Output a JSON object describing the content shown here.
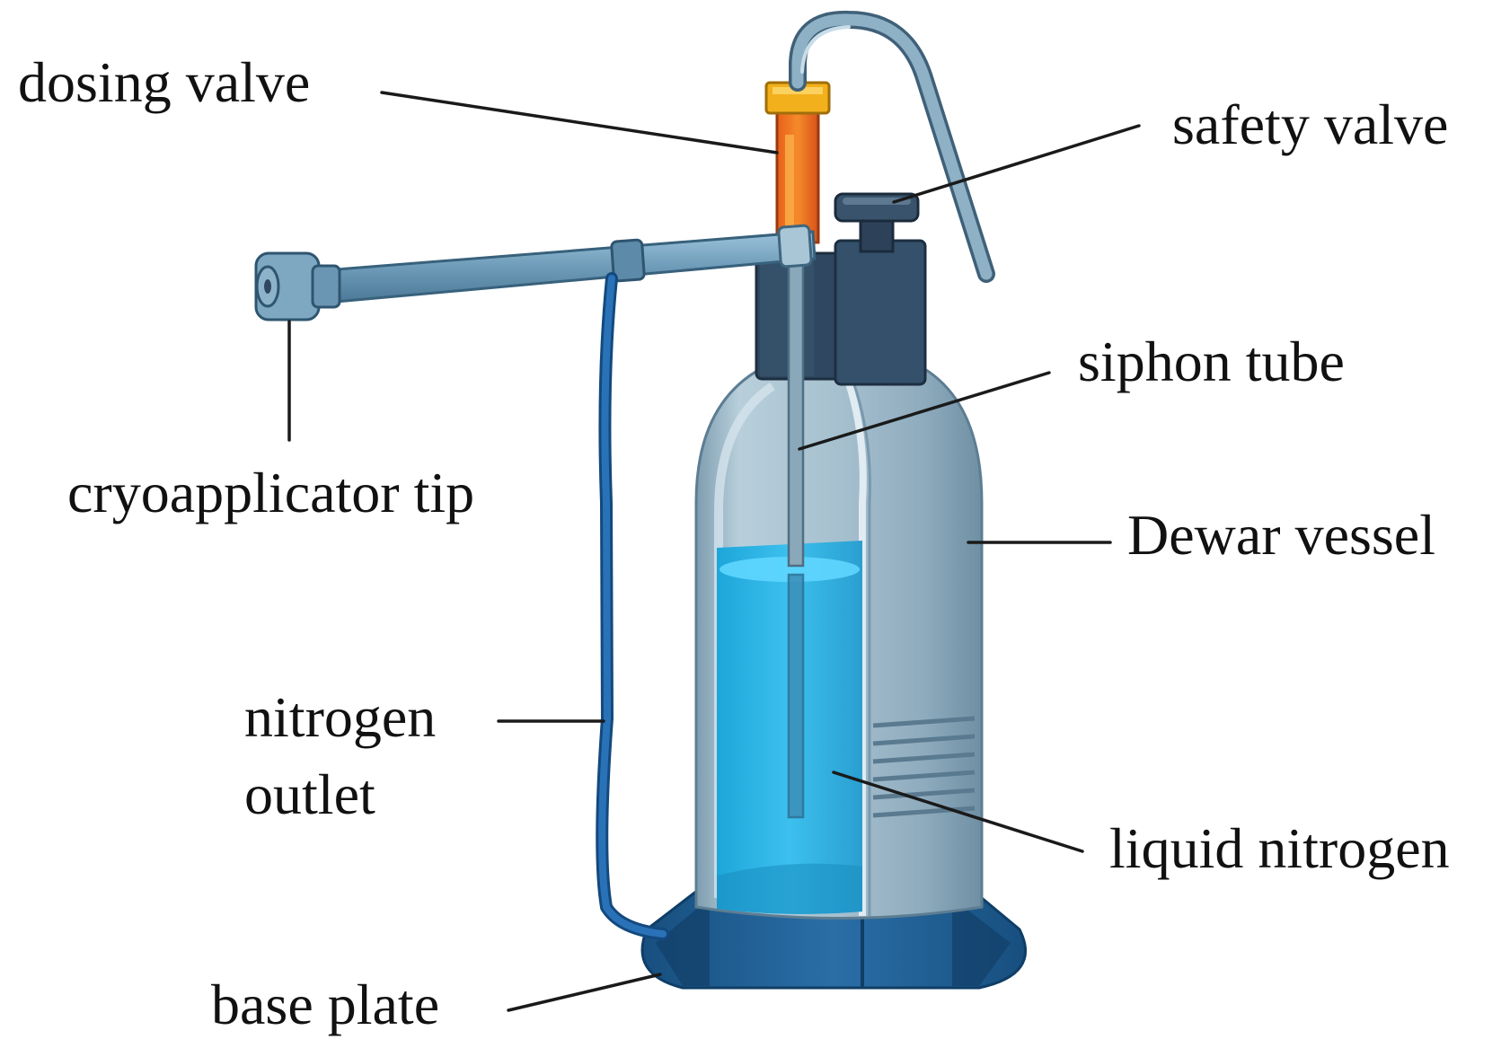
{
  "labels": {
    "dosing_valve": "dosing valve",
    "safety_valve": "safety valve",
    "siphon_tube": "siphon tube",
    "cryoapplicator_tip": "cryoapplicator tip",
    "dewar_vessel": "Dewar vessel",
    "nitrogen_outlet_line1": "nitrogen",
    "nitrogen_outlet_line2": "outlet",
    "liquid_nitrogen": "liquid nitrogen",
    "base_plate": "base plate"
  },
  "colors": {
    "vessel_body": "#9db8c8",
    "vessel_shadow": "#6f8fa3",
    "liquid": "#2fb4e6",
    "base": "#1f5f93",
    "cap": "#2b3f55",
    "tube": "#1e63a8",
    "valve_orange": "#f07a1f",
    "valve_yellow": "#f2b01c",
    "rod": "#6b9ab8"
  },
  "icons": [
    "cryoapplicator-device-illustration"
  ]
}
